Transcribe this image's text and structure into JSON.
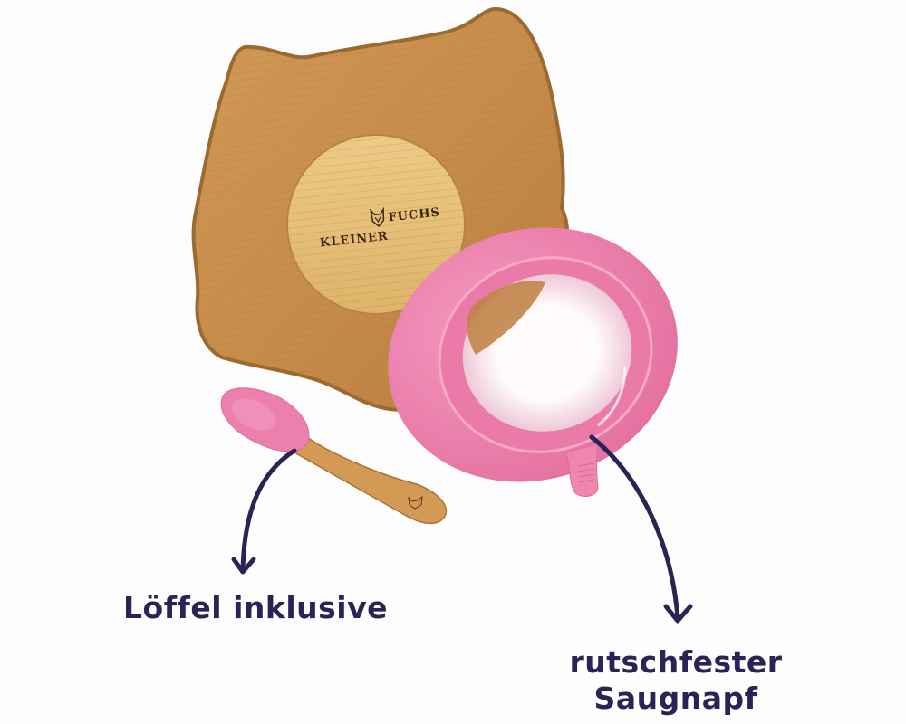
{
  "product": {
    "brand_engraving": [
      "KLEINER",
      "FUCHS"
    ],
    "brand_logo_icon": "fox-head-icon"
  },
  "annotations": {
    "spoon_label": "Löffel inklusive",
    "suction_label_line1": "rutschfester",
    "suction_label_line2": "Saugnapf"
  },
  "colors": {
    "background": "#fdfdfd",
    "bamboo_dark": "#c48a48",
    "bamboo_light": "#e8c27c",
    "pink_silicone": "#ec7fac",
    "arrow_and_text": "#2a2456"
  }
}
